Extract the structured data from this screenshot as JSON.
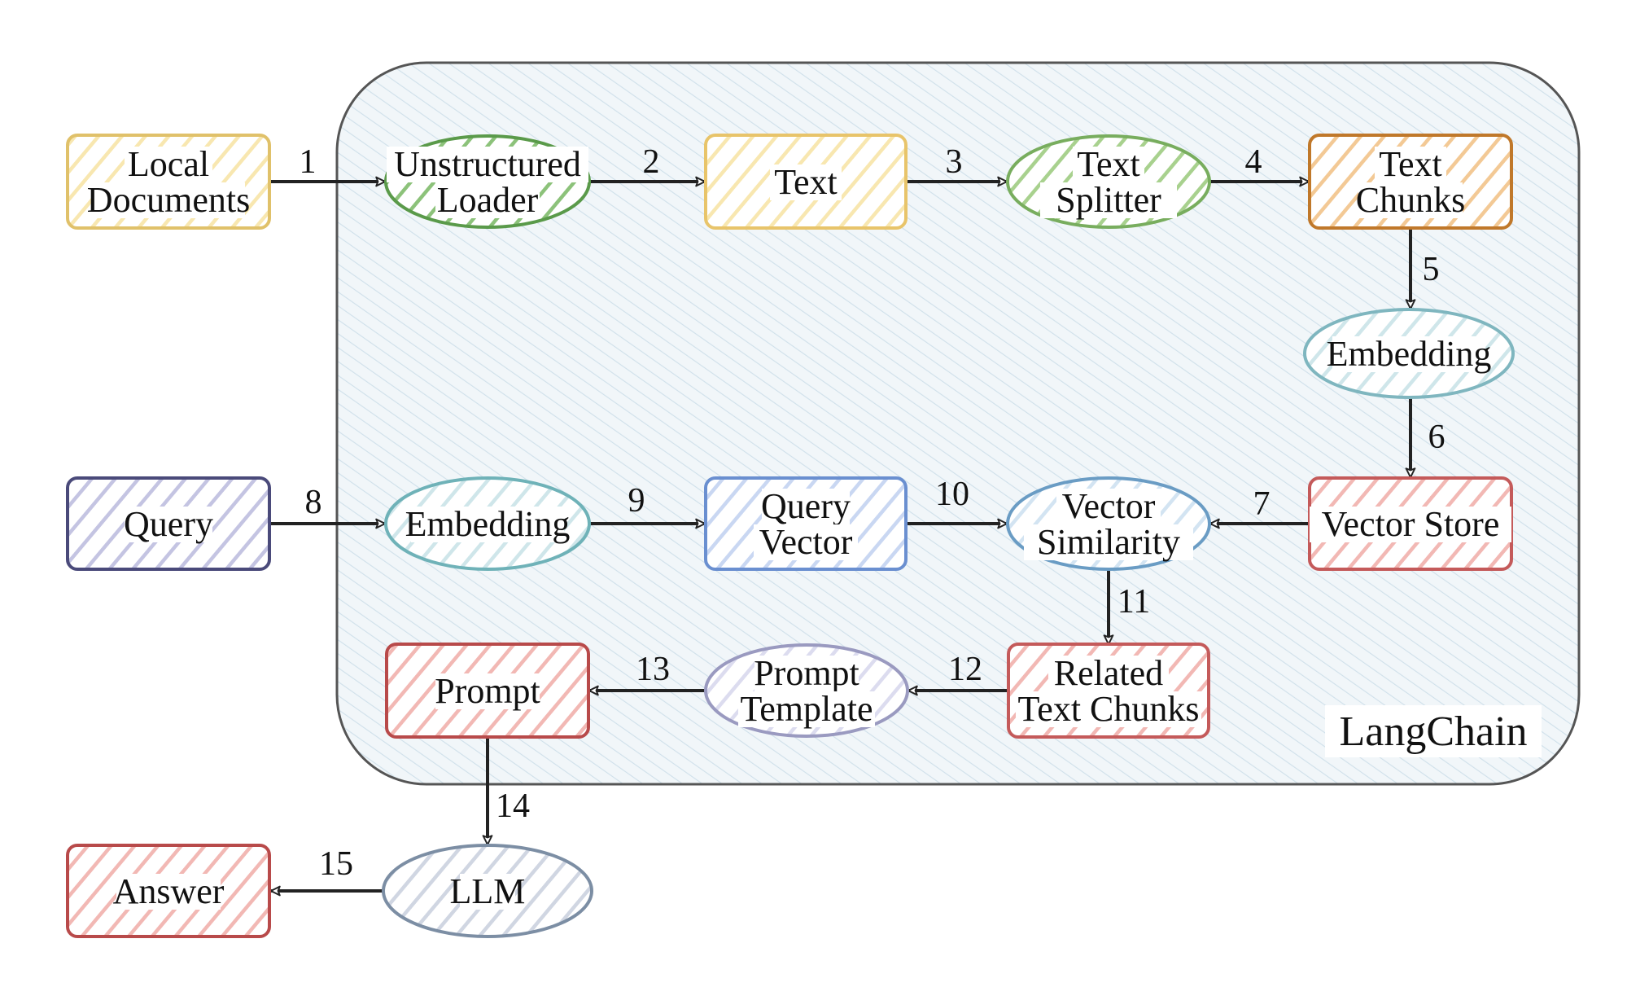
{
  "container": {
    "label": "LangChain",
    "fill": "#eef4f8",
    "stroke": "#555555"
  },
  "nodes": [
    {
      "id": "local_documents",
      "shape": "rect",
      "lines": [
        "Local",
        "Documents"
      ],
      "stroke": "#e0c16a",
      "fill": "#f8e7b0"
    },
    {
      "id": "unstructured_loader",
      "shape": "ellipse",
      "lines": [
        "Unstructured",
        "Loader"
      ],
      "stroke": "#5a9a4a",
      "fill": "#8cc27a"
    },
    {
      "id": "text",
      "shape": "rect",
      "lines": [
        "Text"
      ],
      "stroke": "#e8c46a",
      "fill": "#f8e7b0"
    },
    {
      "id": "text_splitter",
      "shape": "ellipse",
      "lines": [
        "Text",
        "Splitter"
      ],
      "stroke": "#78ad5e",
      "fill": "#a8d18e"
    },
    {
      "id": "text_chunks",
      "shape": "rect",
      "lines": [
        "Text",
        "Chunks"
      ],
      "stroke": "#c0782a",
      "fill": "#f3c995"
    },
    {
      "id": "embedding_docs",
      "shape": "ellipse",
      "lines": [
        "Embedding"
      ],
      "stroke": "#7fb6bf",
      "fill": "#cfe6ea"
    },
    {
      "id": "vector_store",
      "shape": "rect",
      "lines": [
        "Vector Store"
      ],
      "stroke": "#c45a5a",
      "fill": "#f2b8b4"
    },
    {
      "id": "query",
      "shape": "rect",
      "lines": [
        "Query"
      ],
      "stroke": "#4a4a7a",
      "fill": "#c4c4e2"
    },
    {
      "id": "embedding_query",
      "shape": "ellipse",
      "lines": [
        "Embedding"
      ],
      "stroke": "#6fb2b8",
      "fill": "#cfe6ea"
    },
    {
      "id": "query_vector",
      "shape": "rect",
      "lines": [
        "Query",
        "Vector"
      ],
      "stroke": "#6a8fd0",
      "fill": "#c9d7f2"
    },
    {
      "id": "vector_similarity",
      "shape": "ellipse",
      "lines": [
        "Vector",
        "Similarity"
      ],
      "stroke": "#6a9cc4",
      "fill": "#d3e4f2"
    },
    {
      "id": "related_text_chunks",
      "shape": "rect",
      "lines": [
        "Related",
        "Text Chunks"
      ],
      "stroke": "#c45a5a",
      "fill": "#f2b8b4"
    },
    {
      "id": "prompt_template",
      "shape": "ellipse",
      "lines": [
        "Prompt",
        "Template"
      ],
      "stroke": "#9a9ac0",
      "fill": "#dcdcef"
    },
    {
      "id": "prompt",
      "shape": "rect",
      "lines": [
        "Prompt"
      ],
      "stroke": "#b84a4a",
      "fill": "#f2b8b4"
    },
    {
      "id": "llm",
      "shape": "ellipse",
      "lines": [
        "LLM"
      ],
      "stroke": "#7c8ea4",
      "fill": "#d0d6e2"
    },
    {
      "id": "answer",
      "shape": "rect",
      "lines": [
        "Answer"
      ],
      "stroke": "#b84a4a",
      "fill": "#f2b8b4"
    }
  ],
  "edges": [
    {
      "step": "1",
      "from": "local_documents",
      "to": "unstructured_loader"
    },
    {
      "step": "2",
      "from": "unstructured_loader",
      "to": "text"
    },
    {
      "step": "3",
      "from": "text",
      "to": "text_splitter"
    },
    {
      "step": "4",
      "from": "text_splitter",
      "to": "text_chunks"
    },
    {
      "step": "5",
      "from": "text_chunks",
      "to": "embedding_docs"
    },
    {
      "step": "6",
      "from": "embedding_docs",
      "to": "vector_store"
    },
    {
      "step": "7",
      "from": "vector_store",
      "to": "vector_similarity"
    },
    {
      "step": "8",
      "from": "query",
      "to": "embedding_query"
    },
    {
      "step": "9",
      "from": "embedding_query",
      "to": "query_vector"
    },
    {
      "step": "10",
      "from": "query_vector",
      "to": "vector_similarity"
    },
    {
      "step": "11",
      "from": "vector_similarity",
      "to": "related_text_chunks"
    },
    {
      "step": "12",
      "from": "related_text_chunks",
      "to": "prompt_template"
    },
    {
      "step": "13",
      "from": "prompt_template",
      "to": "prompt"
    },
    {
      "step": "14",
      "from": "prompt",
      "to": "llm"
    },
    {
      "step": "15",
      "from": "llm",
      "to": "answer"
    }
  ]
}
